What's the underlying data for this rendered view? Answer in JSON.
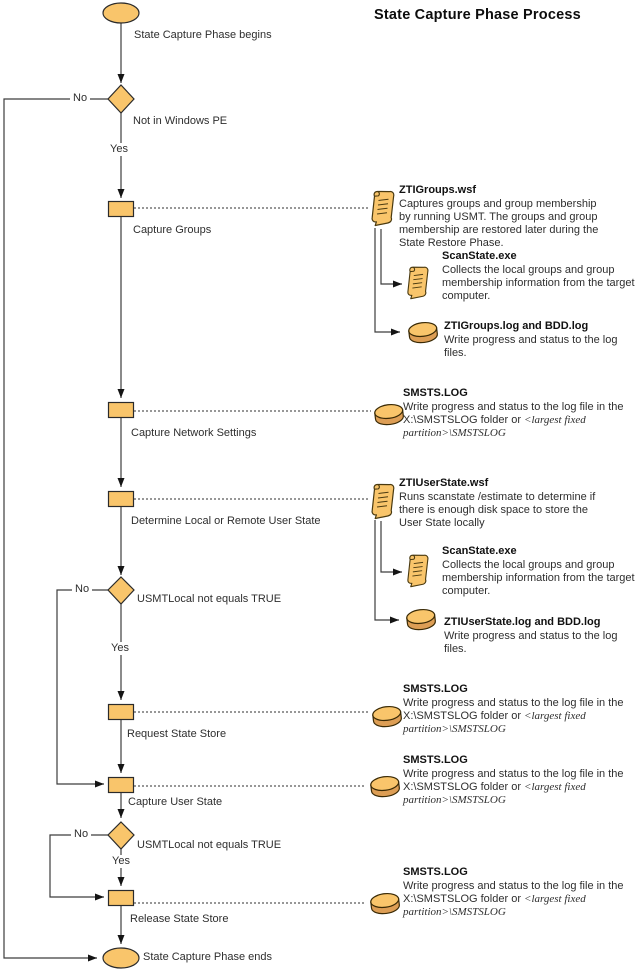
{
  "title": "State Capture Phase Process",
  "nodes": {
    "begin": "State Capture Phase begins",
    "not_in_winpe": "Not in Windows PE",
    "capture_groups": "Capture Groups",
    "capture_network_settings": "Capture Network Settings",
    "determine_user_state": "Determine Local or Remote User State",
    "usmtlocal": "USMTLocal not equals TRUE",
    "request_state_store": "Request State Store",
    "capture_user_state": "Capture User State",
    "release_state_store": "Release State Store",
    "end": "State Capture Phase ends",
    "yes": "Yes",
    "no": "No"
  },
  "annotations": {
    "ztigroups": {
      "heading": "ZTIGroups.wsf",
      "body": "Captures groups and group membership\nby running USMT. The groups and group\nmembership are restored later during the\nState Restore Phase."
    },
    "scanstate": {
      "heading": "ScanState.exe",
      "body": "Collects the local groups and group\nmembership information from the target\ncomputer."
    },
    "ztigroups_log": {
      "heading": "ZTIGroups.log and BDD.log",
      "body": "Write progress and status to the log files."
    },
    "ztiuserstate": {
      "heading": "ZTIUserState.wsf",
      "body": "Runs scanstate /estimate to determine if\nthere is enough disk space to store the\nUser State locally"
    },
    "ztiuserstate_log": {
      "heading": "ZTIUserState.log and BDD.log",
      "body": "Write progress and status to the log files."
    },
    "smsts": {
      "heading": "SMSTS.LOG",
      "body_plain": "Write progress and status to the log file in the X:\\SMSTSLOG folder or ",
      "body_italic": "<largest fixed partition>\\SMSTSLOG"
    }
  },
  "colors": {
    "shape_fill": "#F9C56B",
    "shape_stroke": "#2b2b2b",
    "cylinder_side": "#DD9E55",
    "line": "#3d3d3d"
  }
}
